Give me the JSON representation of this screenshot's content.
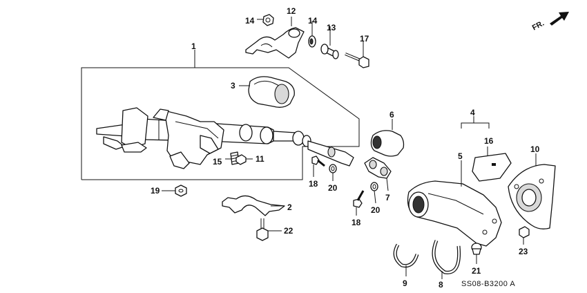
{
  "diagram": {
    "reference_code": "SS08-B3200 A",
    "direction_label": "FR.",
    "callouts": {
      "n1": "1",
      "n2": "2",
      "n3": "3",
      "n4": "4",
      "n5": "5",
      "n6": "6",
      "n7": "7",
      "n8": "8",
      "n9": "9",
      "n10": "10",
      "n11": "11",
      "n12": "12",
      "n13": "13",
      "n14a": "14",
      "n14b": "14",
      "n15": "15",
      "n16": "16",
      "n17": "17",
      "n18a": "18",
      "n18b": "18",
      "n19": "19",
      "n20a": "20",
      "n20b": "20",
      "n21": "21",
      "n22": "22",
      "n23": "23"
    }
  }
}
